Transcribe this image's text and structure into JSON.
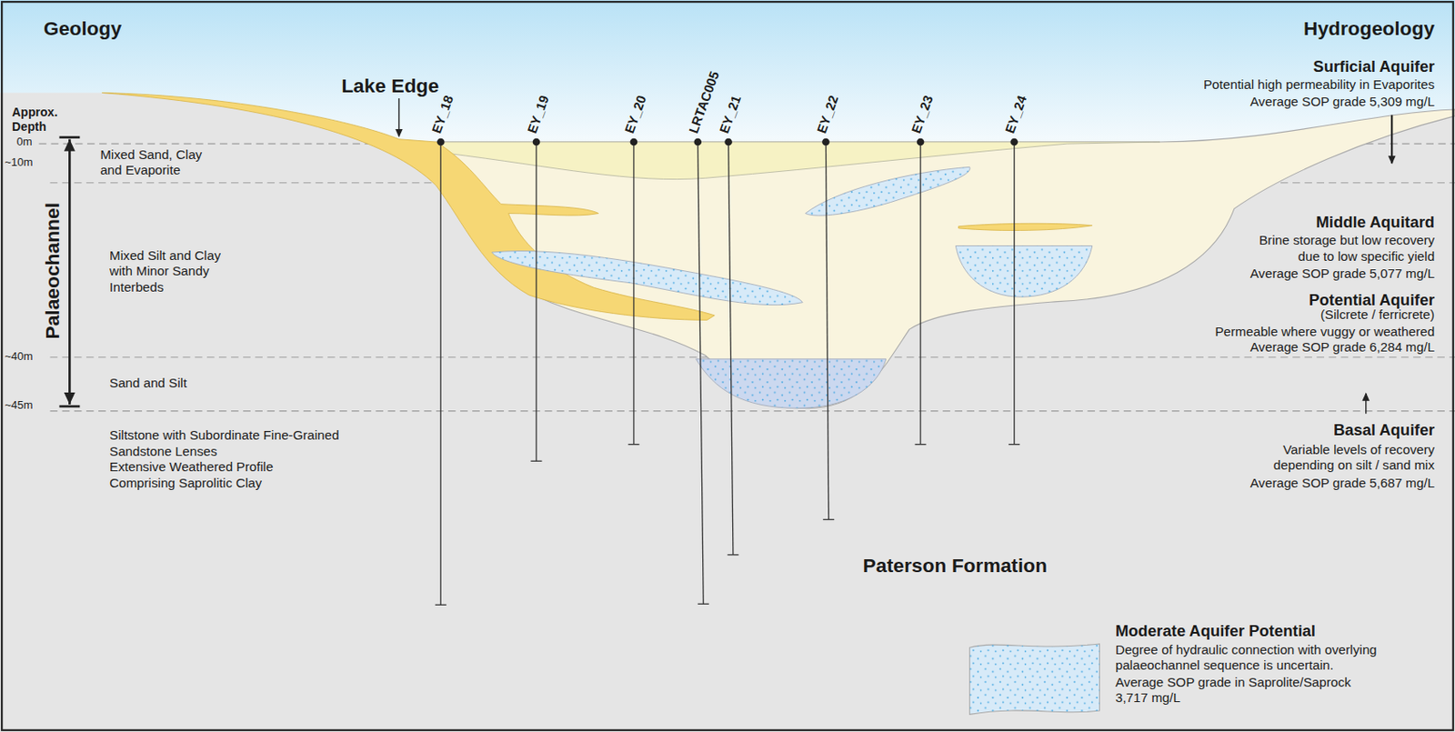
{
  "diagram": {
    "labels": [
      "Geology",
      "Hydrogeology",
      "Lake Edge",
      "EY_18",
      "EY_19",
      "EY_20",
      "LRTAC005",
      "EY_21",
      "EY_22",
      "EY_23",
      "EY_24",
      "Approx. Depth",
      "0m",
      "~10m",
      "~40m",
      "~45m",
      "Palaeochannel",
      "Mixed Sand, Clay and Evaporite",
      "Mixed Silt and Clay with Minor Sandy Interbeds",
      "Sand and Silt",
      "Siltstone with Subordinate Fine-Grained Sandstone Lenses",
      "Extensive Weathered Profile Comprising Saprolitic Clay",
      "Surficial Aquifer",
      "Potential high permeability in Evaporites",
      "Average SOP grade 5,309 mg/L",
      "Middle Aquitard",
      "Brine storage but low recovery due to low specific yield",
      "Average SOP grade 5,077 mg/L",
      "Potential Aquifer",
      "(Silcrete / ferricrete)",
      "Permeable where vuggy or weathered",
      "Average SOP grade 6,284 mg/L",
      "Basal Aquifer",
      "Variable levels of recovery depending on silt / sand mix",
      "Average SOP grade 5,687 mg/L",
      "Paterson Formation",
      "Degree of hydraulic connection with overlying palaeochannel sequence is uncertain.",
      "Average SOP grade in Saprolite/Saprock 3,717 mg/L"
    ],
    "legend": [
      {
        "text": "Moderate Aquifer Potential",
        "color": "#d7eaf8"
      }
    ]
  }
}
